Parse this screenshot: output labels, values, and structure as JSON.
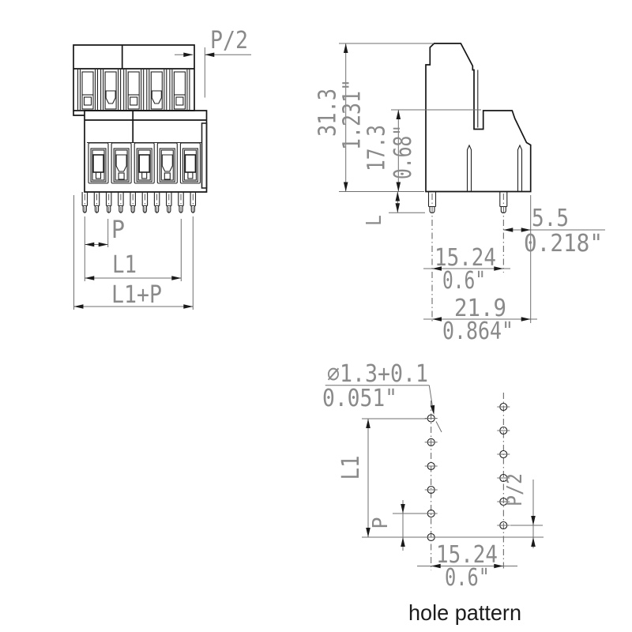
{
  "drawing": {
    "front_view": {
      "dim_p_half": "P/2",
      "dim_p": "P",
      "dim_l1": "L1",
      "dim_l1_plus_p": "L1+P"
    },
    "side_view": {
      "dim_total_height_mm": "31.3",
      "dim_total_height_in": "1.231\"",
      "dim_front_height_mm": "17.3",
      "dim_front_height_in": "0.68\"",
      "dim_pin_length": "L",
      "dim_pin_to_edge_mm": "5.5",
      "dim_pin_to_edge_in": "0.218\"",
      "dim_pin_spacing_mm": "15.24",
      "dim_pin_spacing_in": "0.6\"",
      "dim_depth_mm": "21.9",
      "dim_depth_in": "0.864\""
    },
    "hole_pattern": {
      "dim_hole_dia_mm": "∅1.3+0.1",
      "dim_hole_dia_in": "0.051\"",
      "dim_l1": "L1",
      "dim_p": "P",
      "dim_p_half": "P/2",
      "dim_col_spacing_mm": "15.24",
      "dim_col_spacing_in": "0.6\"",
      "caption": "hole pattern"
    }
  }
}
